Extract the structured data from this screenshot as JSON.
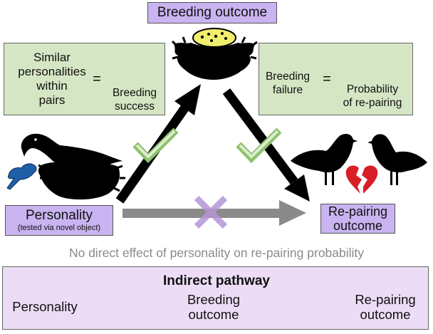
{
  "top_label": "Breeding outcome",
  "left_panel": {
    "lines": [
      "Similar",
      "personalities",
      "within",
      "pairs"
    ],
    "equals": "=",
    "result_lines": [
      "Breeding",
      "success"
    ]
  },
  "right_panel": {
    "lines": [
      "Breeding",
      "failure"
    ],
    "equals": "=",
    "result_lines": [
      "Probability",
      "of re-pairing"
    ]
  },
  "personality_box": {
    "label": "Personality",
    "sublabel": "(tested via novel object)"
  },
  "repairing_box": {
    "lines": [
      "Re-pairing",
      "outcome"
    ]
  },
  "no_direct_effect": "No direct effect of personality on re-pairing probability",
  "indirect_pathway": {
    "title": "Indirect pathway",
    "step1": "Personality",
    "step2_lines": [
      "Breeding",
      "outcome"
    ],
    "step3_lines": [
      "Re-pairing",
      "outcome"
    ]
  },
  "colors": {
    "purple_box": "#c9b3f0",
    "green_box": "#d5e6c4",
    "pathway_bg": "#ecdcf5",
    "pathway_arrow": "#6a2c91",
    "check_green": "#8dc26b",
    "cross_purple": "#b596d6",
    "grey_arrow": "#8a8a8a",
    "blue_bird": "#1f5fa8",
    "heart_red": "#d81e26",
    "nest_egg_yellow": "#f2ef6e"
  },
  "icons": [
    "nest-eggs-icon",
    "bird-on-nest-icon",
    "blue-object-icon",
    "bird-pair-icon",
    "broken-heart-icon",
    "check-icon",
    "cross-icon",
    "up-arrow-icon"
  ]
}
